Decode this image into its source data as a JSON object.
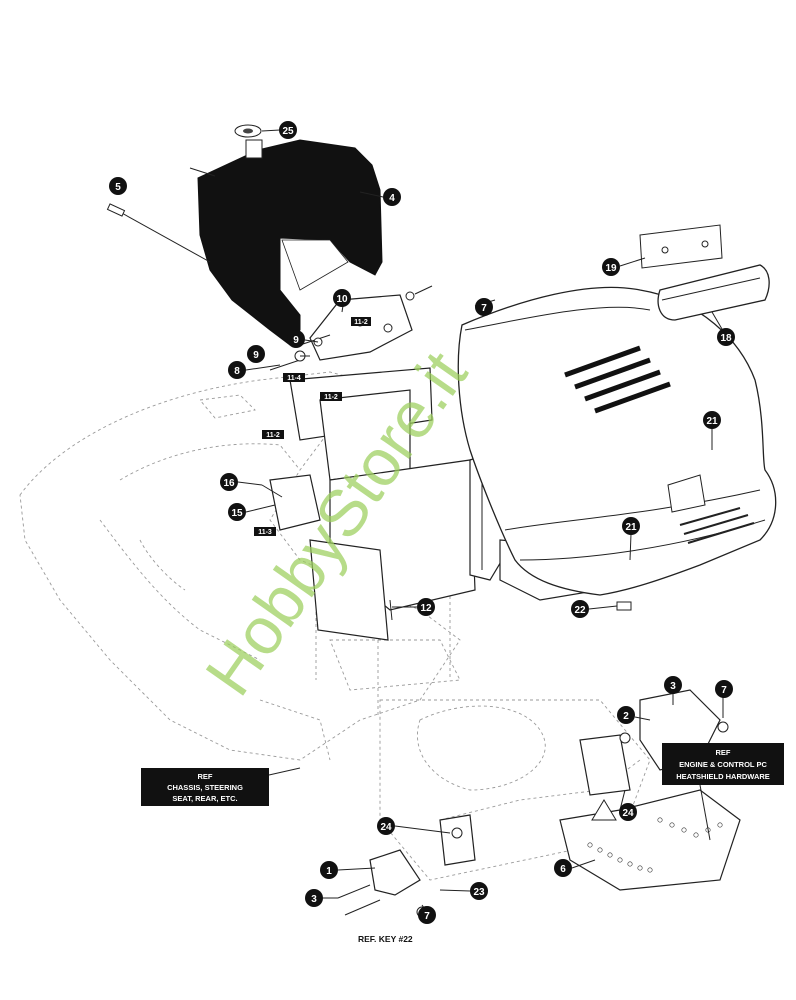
{
  "watermark": "HobbyStore.it",
  "colors": {
    "watermark": "#9ccf5c",
    "callout_fill": "#111111",
    "callout_text": "#ffffff",
    "dark_part": "#111111"
  },
  "callouts": [
    "25",
    "4",
    "5",
    "10",
    "9",
    "9",
    "8",
    "16",
    "15",
    "12",
    "7",
    "19",
    "18",
    "21",
    "21",
    "22",
    "3",
    "7",
    "2",
    "24",
    "24",
    "6",
    "1",
    "3",
    "23",
    "7"
  ],
  "tags": [
    "11-2",
    "11-4",
    "11-2",
    "11-2",
    "11-3"
  ],
  "ref_boxes": {
    "chassis": [
      "REF",
      "CHASSIS, STEERING",
      "SEAT, REAR, ETC."
    ],
    "engine": [
      "REF",
      "ENGINE & CONTROL PC",
      "HEATSHIELD HARDWARE"
    ]
  },
  "ref_key": "REF. KEY #22"
}
